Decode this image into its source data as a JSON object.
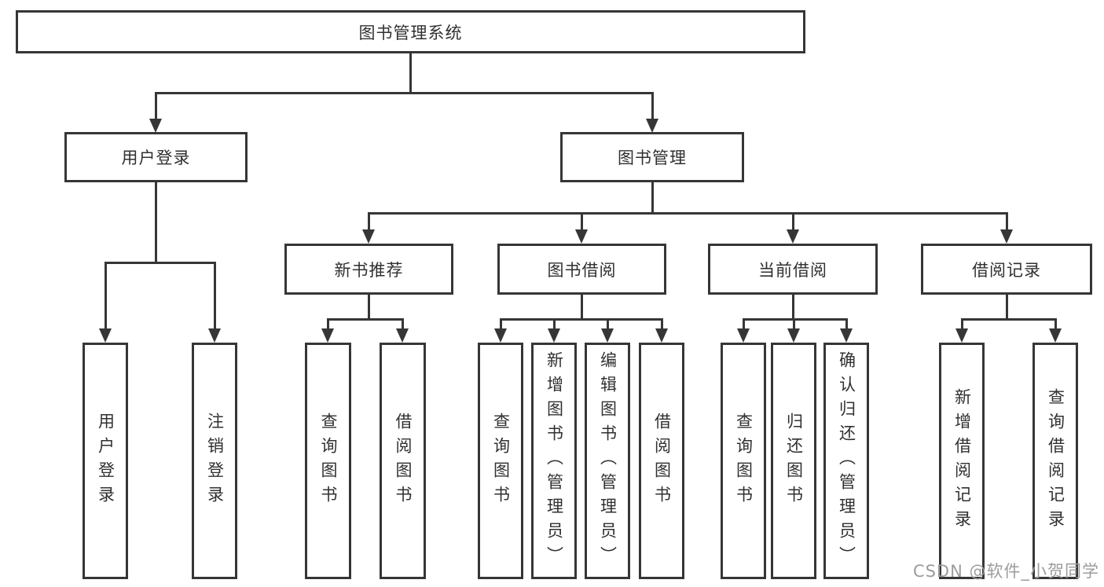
{
  "tree": {
    "root": {
      "label": "图书管理系统"
    },
    "branches": [
      {
        "label": "用户登录",
        "children": [
          {
            "label": "用户登录"
          },
          {
            "label": "注销登录"
          }
        ]
      },
      {
        "label": "图书管理",
        "children": [
          {
            "label": "新书推荐",
            "children": [
              {
                "label": "查询图书"
              },
              {
                "label": "借阅图书"
              }
            ]
          },
          {
            "label": "图书借阅",
            "children": [
              {
                "label": "查询图书"
              },
              {
                "label": "新增图书（管理员）"
              },
              {
                "label": "编辑图书（管理员）"
              },
              {
                "label": "借阅图书"
              }
            ]
          },
          {
            "label": "当前借阅",
            "children": [
              {
                "label": "查询图书"
              },
              {
                "label": "归还图书"
              },
              {
                "label": "确认归还（管理员）"
              }
            ]
          },
          {
            "label": "借阅记录",
            "children": [
              {
                "label": "新增借阅记录"
              },
              {
                "label": "查询借阅记录"
              }
            ]
          }
        ]
      }
    ]
  },
  "watermark": "CSDN @软件_小贺同学",
  "colors": {
    "line": "#363636",
    "text": "#303030",
    "background": "#ffffff",
    "watermark": "#9c9c9c"
  }
}
